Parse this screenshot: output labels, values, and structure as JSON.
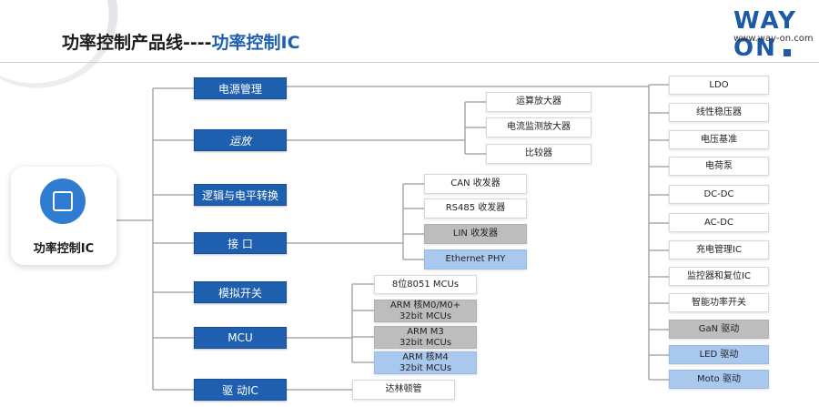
{
  "header": {
    "title_main": "功率控制产品线----",
    "title_highlight": "功率控制IC",
    "logo_text": "WAY ON",
    "url": "www.way-on.com"
  },
  "center": {
    "label": "功率控制IC",
    "icon": "ic-chip-icon"
  },
  "categories": {
    "power": "电源管理",
    "opamp": "运放",
    "logic": "逻辑与电平转换",
    "interface": "接  口",
    "analog_switch": "模拟开关",
    "mcu": "MCU",
    "driver": "驱  动IC"
  },
  "opamp_items": [
    "运算放大器",
    "电流监测放大器",
    "比较器"
  ],
  "interface_items": [
    "CAN  收发器",
    "RS485  收发器",
    "LIN 收发器",
    "Ethernet  PHY"
  ],
  "mcu_items": [
    "8位8051  MCUs",
    "ARM 核M0/M0+\n32bit  MCUs",
    "ARM  M3\n32bit  MCUs",
    "ARM 核M4\n32bit  MCUs"
  ],
  "driver_items": [
    "达林顿管"
  ],
  "power_items": [
    "LDO",
    "线性稳压器",
    "电压基准",
    "电荷泵",
    "DC-DC",
    "AC-DC",
    "充电管理IC",
    "监控器和复位IC",
    "智能功率开关",
    "GaN  驱动",
    "LED  驱动",
    "Moto  驱动"
  ],
  "colors": {
    "category_fill": "#1f5fb0",
    "accent": "#1c5aa8",
    "grey_box": "#bdbdbd",
    "blue_box": "#a8c8ee"
  }
}
